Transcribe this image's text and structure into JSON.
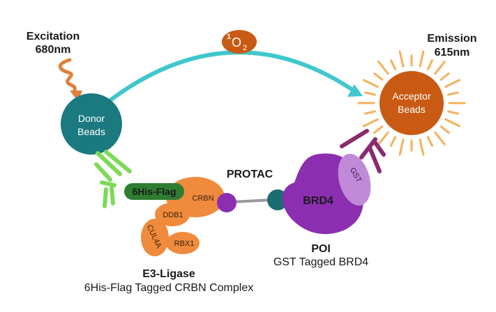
{
  "labels": {
    "excitation_title": "Excitation",
    "excitation_wavelength": "680nm",
    "emission_title": "Emission",
    "emission_wavelength": "615nm",
    "singlet_oxygen": "O",
    "singlet_oxygen_superscript": "1",
    "singlet_oxygen_subscript": "2",
    "donor_line1": "Donor",
    "donor_line2": "Beads",
    "acceptor_line1": "Acceptor",
    "acceptor_line2": "Beads",
    "protac": "PROTAC",
    "his_flag": "6His-Flag",
    "crbn": "CRBN",
    "ddb1": "DDB1",
    "cul4a": "CUL4A",
    "rbx1": "RBX1",
    "brd4": "BRD4",
    "gst": "GST",
    "poi_title": "POI",
    "poi_subtitle": "GST Tagged BRD4",
    "e3_title": "E3-Ligase",
    "e3_subtitle": "6His-Flag Tagged CRBN Complex"
  },
  "colors": {
    "teal_bead": "#1b7a80",
    "orange": "#f08a3c",
    "dark_orange": "#c95a14",
    "wave_orange": "#e0803a",
    "cyan_arrow": "#3fc8cc",
    "purple": "#8b2eb0",
    "light_purple": "#c08ad8",
    "green_antibody": "#7ed957",
    "dark_green": "#2e7d32",
    "magenta_antibody": "#8b2a6f",
    "sun_rays": "#f5b05a"
  }
}
